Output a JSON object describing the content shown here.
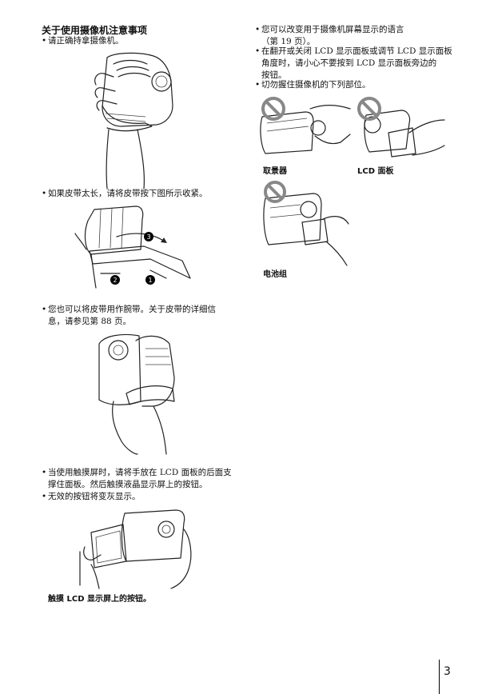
{
  "left": {
    "title": "关于使用摄像机注意事项",
    "b1": "请正确持拿摄像机。",
    "b2": "如果皮带太长，请将皮带按下图所示收紧。",
    "b3_l1": "您也可以将皮带用作腕带。关于皮带的详细信",
    "b3_l2": "息，请参见第 88 页。",
    "b4_l1": "当使用触摸屏时，请将手放在 LCD 面板的后面支",
    "b4_l2": "撑住面板。然后触摸液晶显示屏上的按钮。",
    "b5": "无效的按钮将变灰显示。",
    "caption_touch": "触摸 LCD 显示屏上的按钮。",
    "steps": [
      "3",
      "2",
      "1"
    ]
  },
  "right": {
    "b1_l1": "您可以改变用于摄像机屏幕显示的语言",
    "b1_l2": "（第 19 页）。",
    "b2_l1": "在翻开或关闭 LCD 显示面板或调节 LCD 显示面板",
    "b2_l2": "角度时，请小心不要按到 LCD 显示面板旁边的",
    "b2_l3": "按钮。",
    "b3": "切勿握住摄像机的下列部位。",
    "cap_viewfinder": "取景器",
    "cap_lcd": "LCD 面板",
    "cap_battery": "电池组"
  },
  "bullet_char": "•",
  "page_number": "3"
}
